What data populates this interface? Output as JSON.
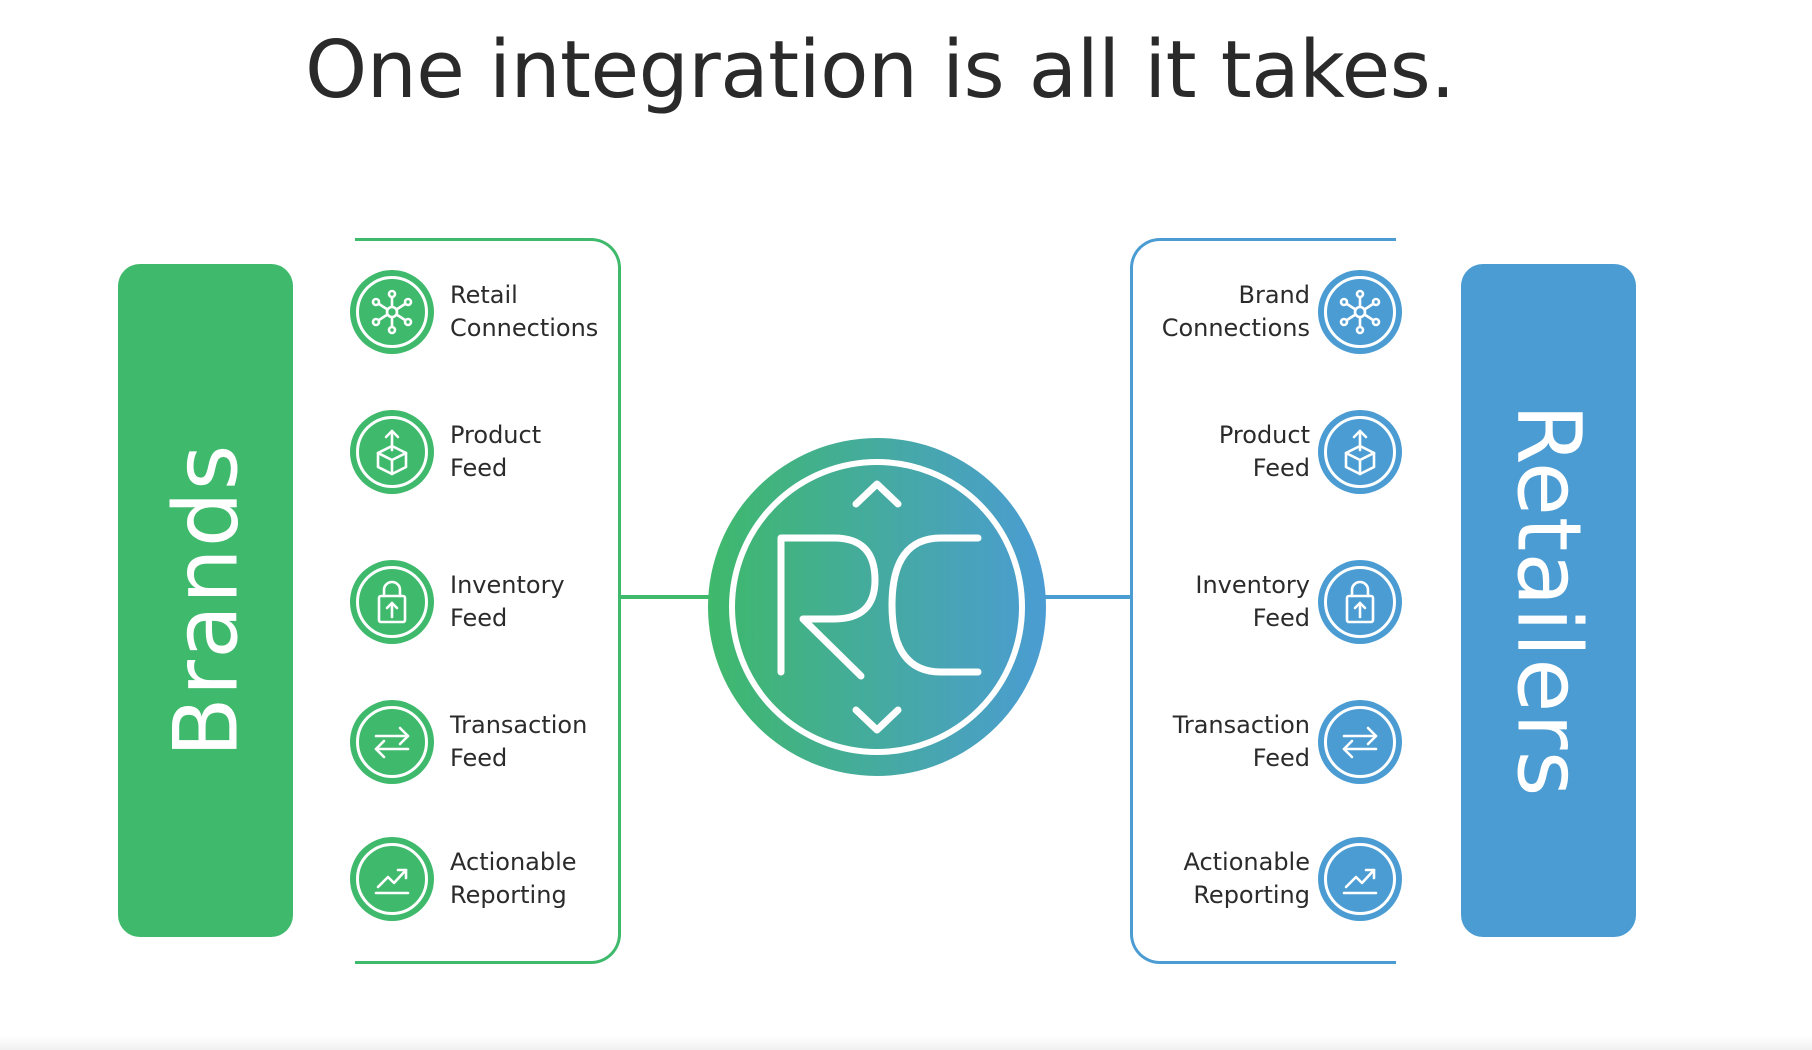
{
  "headline": "One integration is all it takes.",
  "hub": {
    "logo_text": "RC"
  },
  "brands": {
    "label": "Brands",
    "color": "#3fb96b",
    "items": [
      {
        "line1": "Retail",
        "line2": "Connections",
        "icon": "network-hub-icon"
      },
      {
        "line1": "Product",
        "line2": "Feed",
        "icon": "box-upload-icon"
      },
      {
        "line1": "Inventory",
        "line2": "Feed",
        "icon": "lock-upload-icon"
      },
      {
        "line1": "Transaction",
        "line2": "Feed",
        "icon": "exchange-arrows-icon"
      },
      {
        "line1": "Actionable",
        "line2": "Reporting",
        "icon": "trend-up-icon"
      }
    ]
  },
  "retailers": {
    "label": "Retailers",
    "color": "#4b9cd3",
    "items": [
      {
        "line1": "Brand",
        "line2": "Connections",
        "icon": "network-hub-icon"
      },
      {
        "line1": "Product",
        "line2": "Feed",
        "icon": "box-upload-icon"
      },
      {
        "line1": "Inventory",
        "line2": "Feed",
        "icon": "lock-upload-icon"
      },
      {
        "line1": "Transaction",
        "line2": "Feed",
        "icon": "exchange-arrows-icon"
      },
      {
        "line1": "Actionable",
        "line2": "Reporting",
        "icon": "trend-up-icon"
      }
    ]
  }
}
